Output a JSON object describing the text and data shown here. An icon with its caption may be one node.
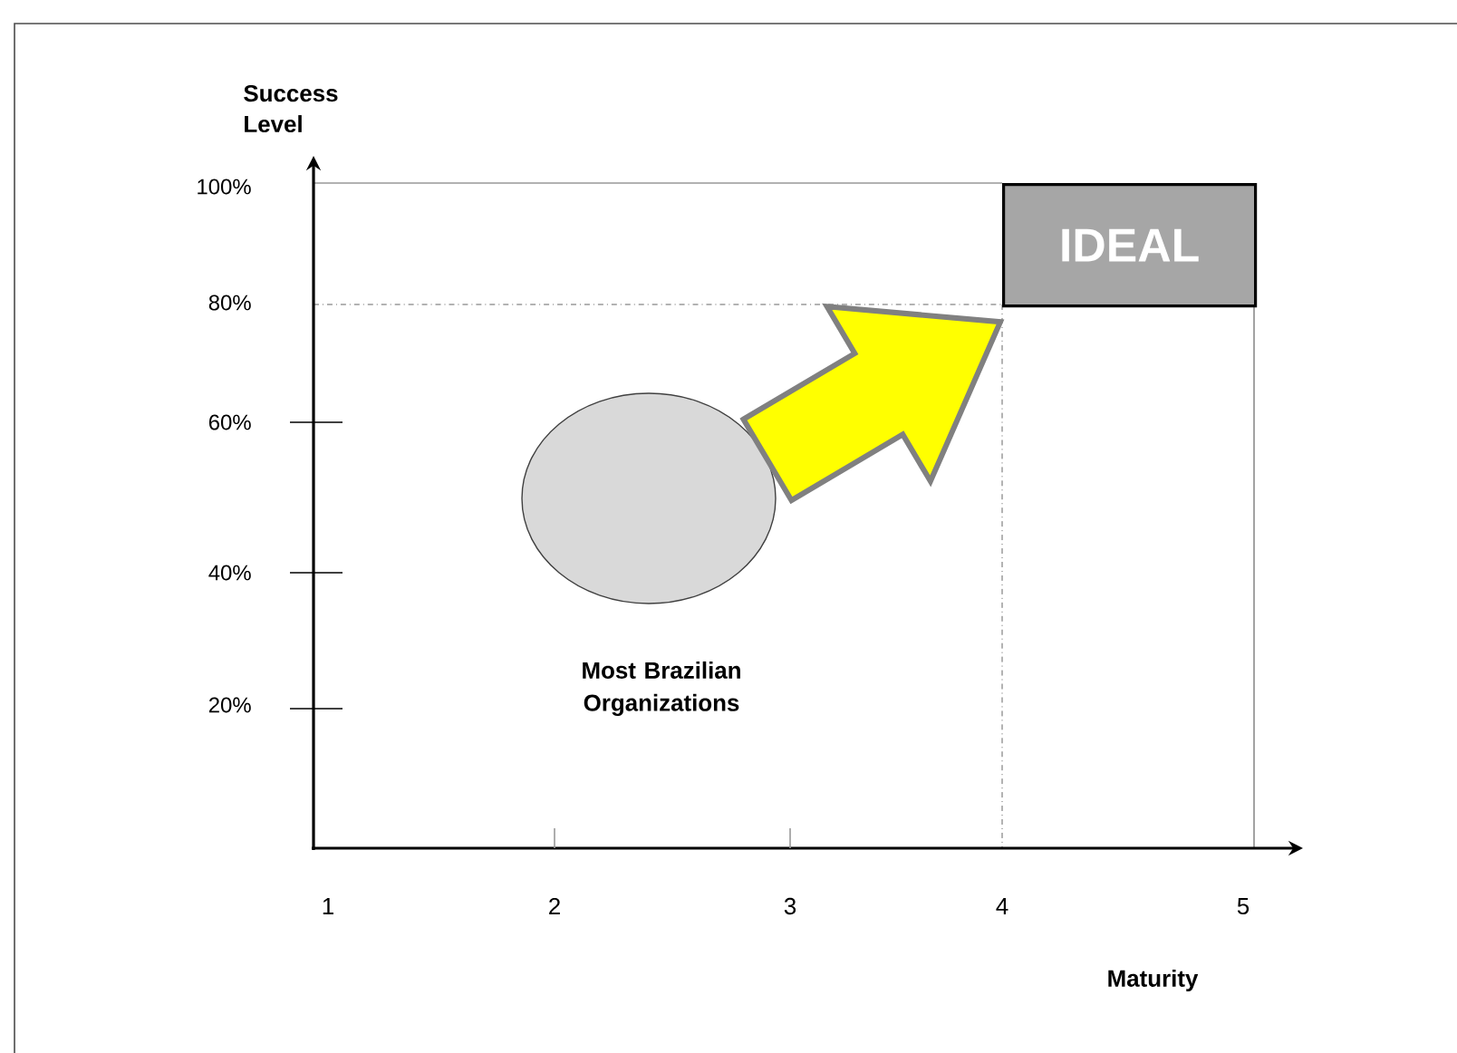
{
  "diagram": {
    "nodes": [
      {
        "text": [],
        "shape": "circle",
        "beside": [
          "Most Brazilian Organizations"
        ]
      },
      {
        "text": [
          "IDEAL"
        ]
      }
    ],
    "edges": [
      {
        "from": 0,
        "to": 1,
        "arrow": "to",
        "style": "thick",
        "color": "#ffff00"
      }
    ],
    "labels": [
      "Success Level",
      "100%",
      "80%",
      "60%",
      "40%",
      "20%",
      "1",
      "2",
      "3",
      "4",
      "5",
      "Maturity"
    ]
  }
}
